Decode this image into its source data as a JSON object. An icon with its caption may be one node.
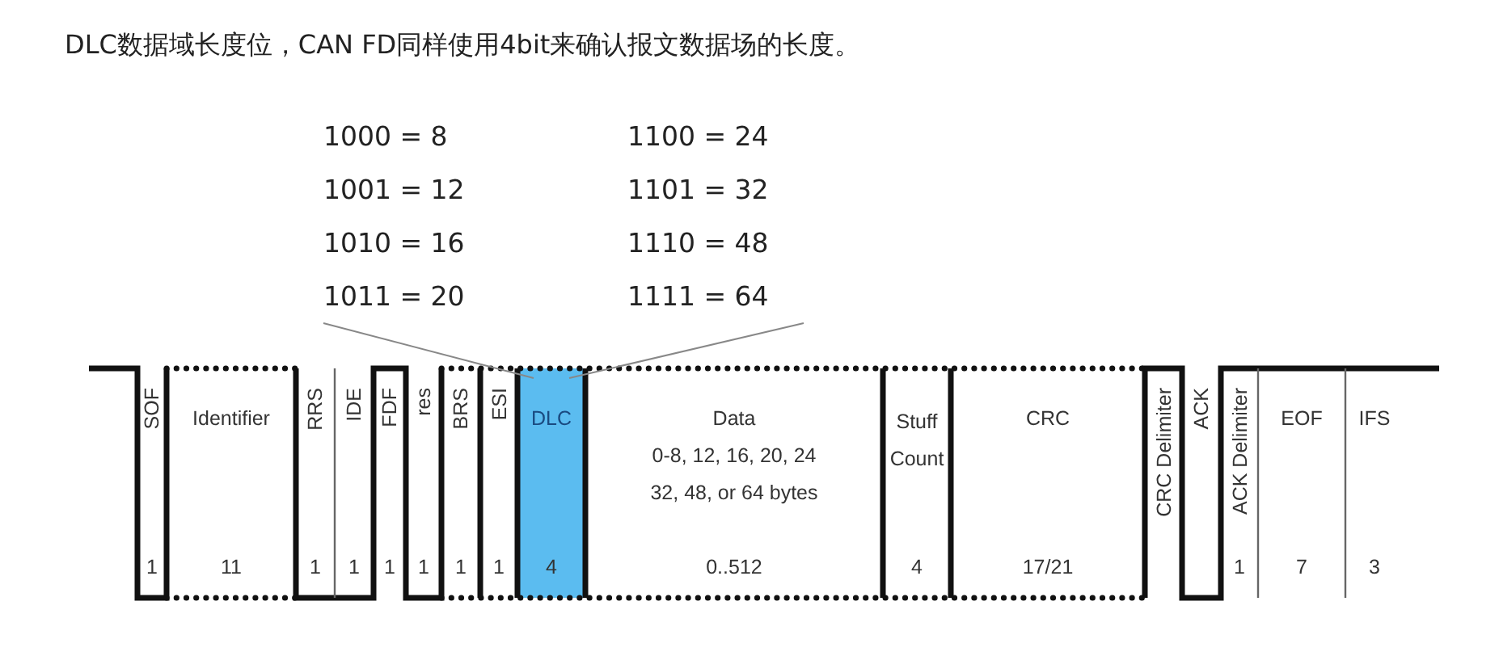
{
  "diagram": {
    "title": "DLC数据域长度位，CAN FD同样使用4bit来确认报文数据场的长度。",
    "nodes": [
      {
        "text": [
          "1000 = 8",
          "1001 = 12",
          "1010 = 16",
          "1011 = 20",
          "1100 = 24",
          "1101 = 32",
          "1110 = 48",
          "1111 = 64"
        ]
      },
      {
        "text": [
          "SOF",
          "1"
        ]
      },
      {
        "text": [
          "Identifier",
          "11"
        ]
      },
      {
        "text": [
          "RRS",
          "1"
        ]
      },
      {
        "text": [
          "IDE",
          "1"
        ]
      },
      {
        "text": [
          "FDF",
          "1"
        ]
      },
      {
        "text": [
          "res",
          "1"
        ]
      },
      {
        "text": [
          "BRS",
          "1"
        ]
      },
      {
        "text": [
          "ESI",
          "1"
        ]
      },
      {
        "text": [
          "DLC",
          "4"
        ]
      },
      {
        "text": [
          "Data",
          "0-8, 12, 16, 20, 24 32, 48, or 64 bytes",
          "0..512"
        ]
      },
      {
        "text": [
          "Stuff Count",
          "4"
        ]
      },
      {
        "text": [
          "CRC",
          "17/21"
        ]
      },
      {
        "text": [
          "CRC Delimiter"
        ]
      },
      {
        "text": [
          "ACK"
        ]
      },
      {
        "text": [
          "ACK Delimiter",
          "1"
        ]
      },
      {
        "text": [
          "EOF",
          "7"
        ]
      },
      {
        "text": [
          "IFS",
          "3"
        ]
      }
    ],
    "edges": [
      {
        "from": 0,
        "to": 9,
        "arrow": "none"
      },
      {
        "from": 0,
        "to": 9,
        "arrow": "none"
      }
    ]
  }
}
